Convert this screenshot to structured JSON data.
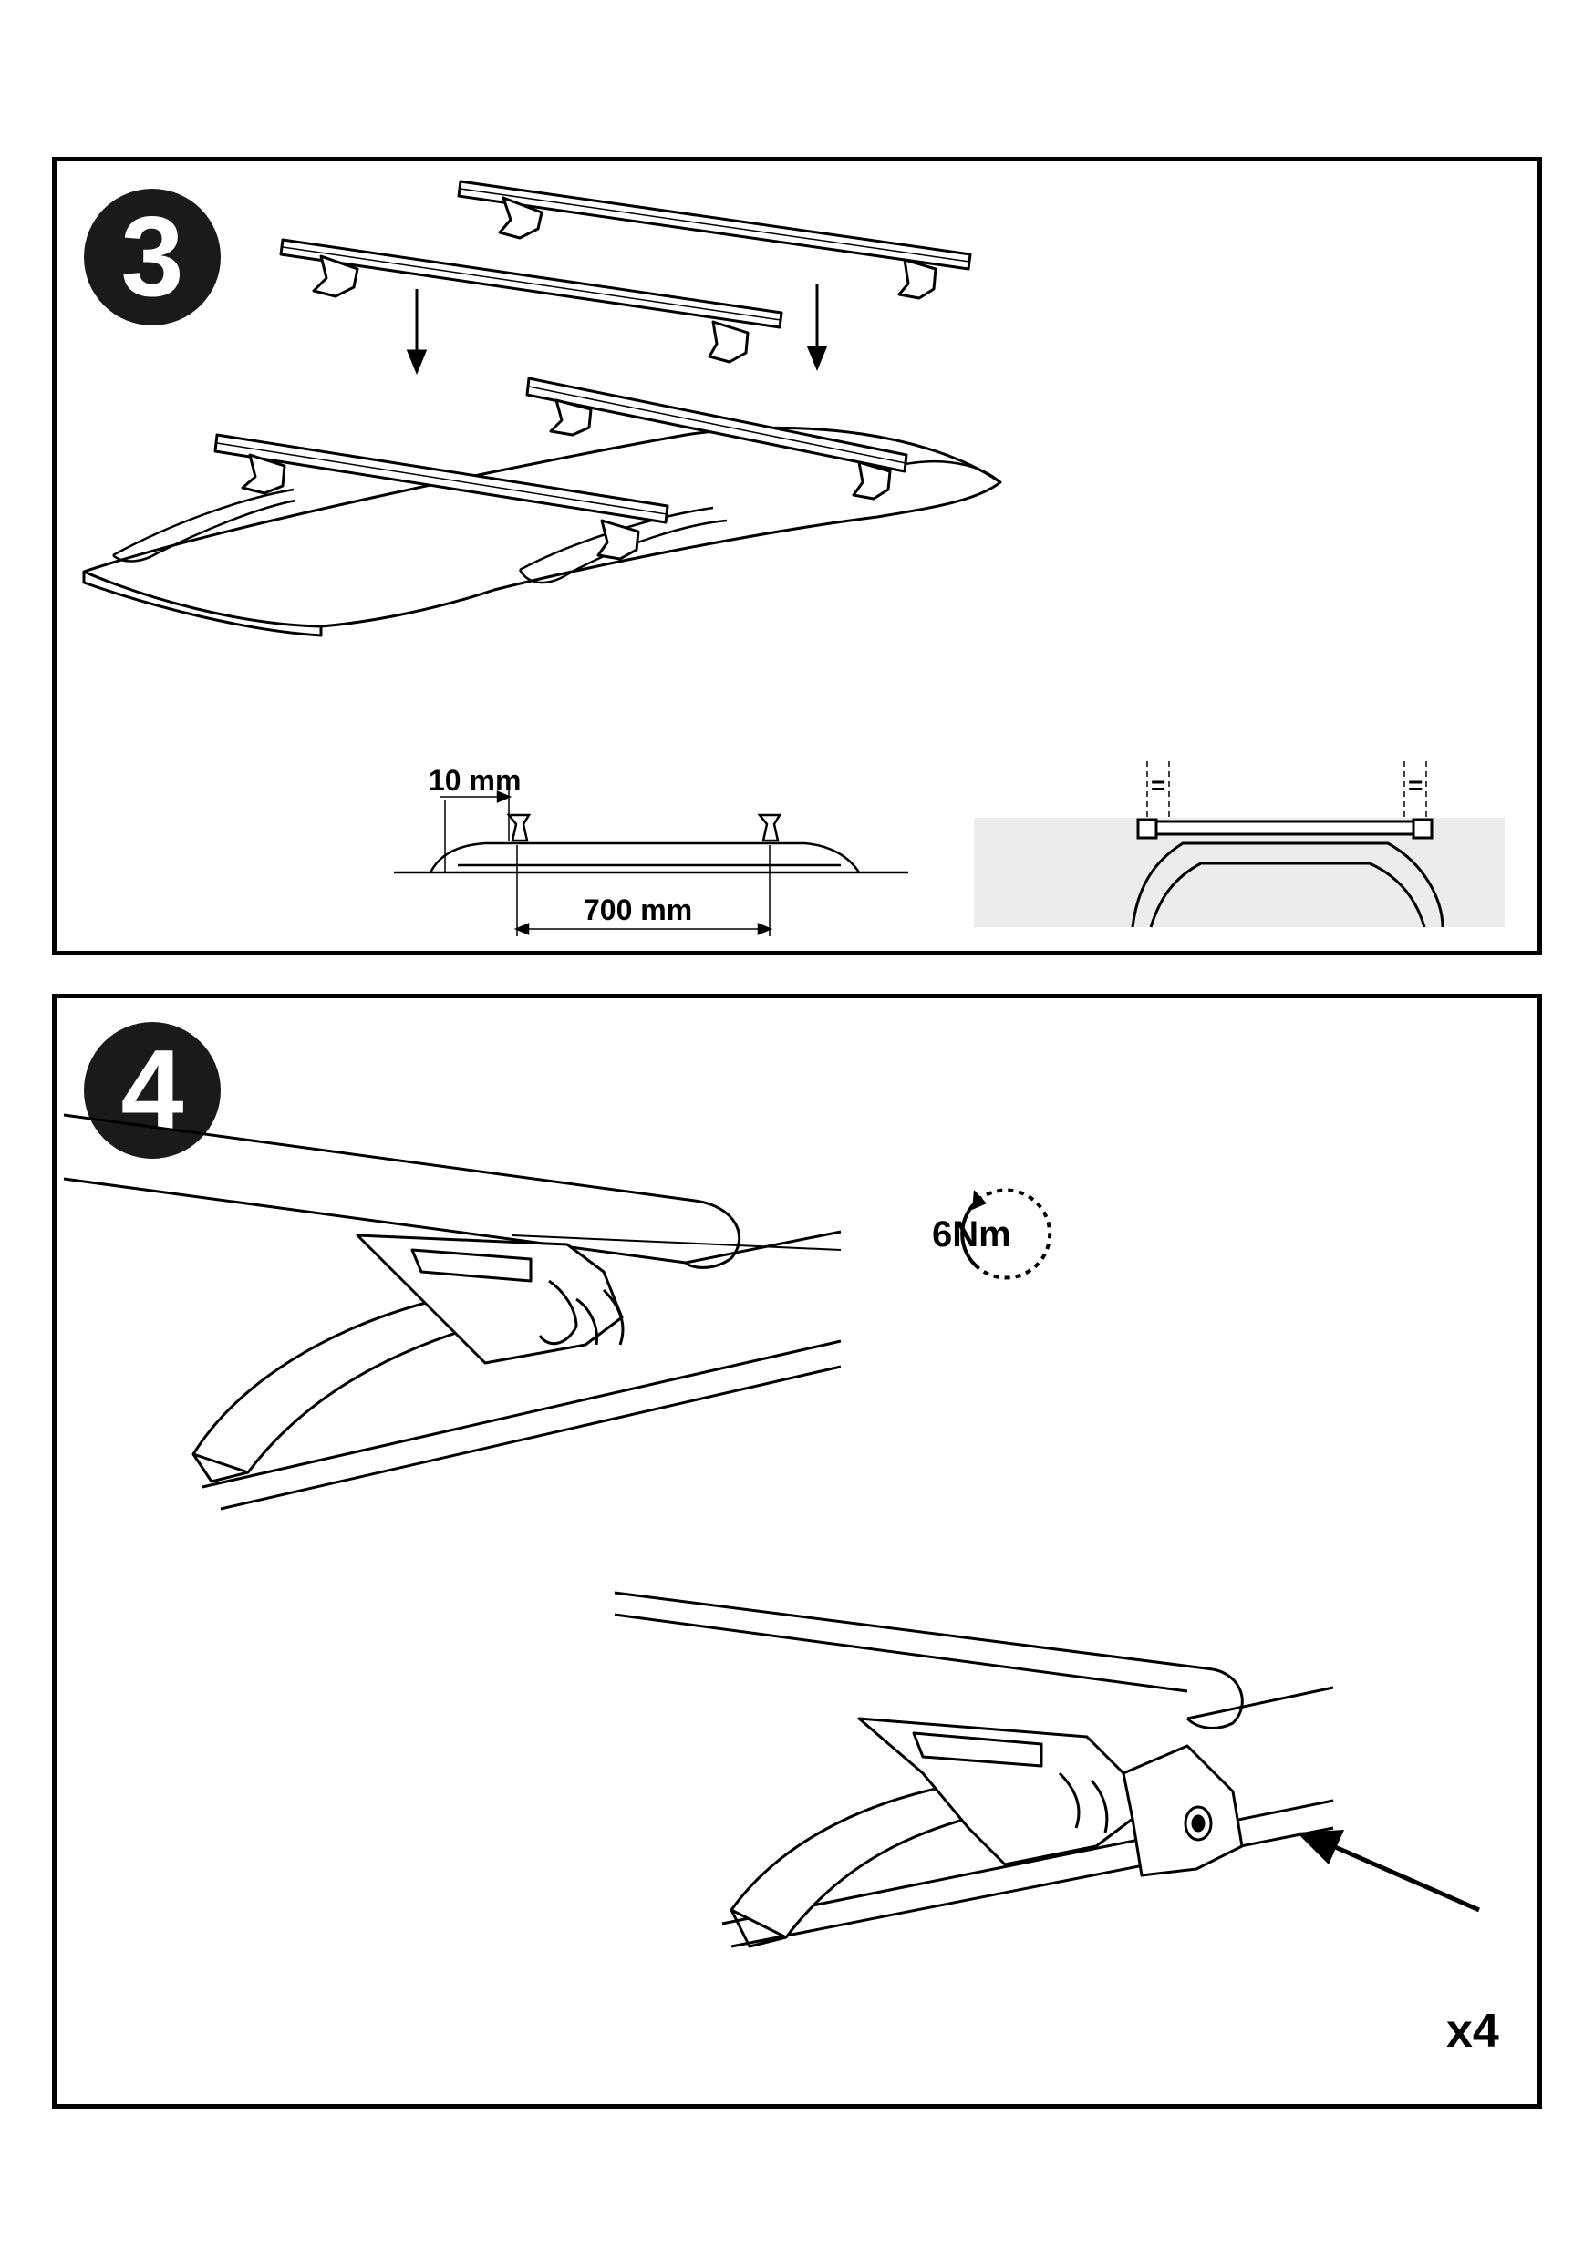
{
  "steps": [
    {
      "number": "3",
      "labels": {
        "offset": "10 mm",
        "spacing": "700 mm",
        "equal_left": "=",
        "equal_right": "="
      }
    },
    {
      "number": "4",
      "labels": {
        "torque": "6Nm",
        "quantity": "x4"
      }
    }
  ],
  "colors": {
    "frame": "#000000",
    "badge": "#1a1a1a",
    "line": "#000000",
    "shade": "#e6e6e6"
  },
  "icons": [
    "arrow-down-icon",
    "torque-wrench-icon",
    "arrow-pointer-icon"
  ]
}
